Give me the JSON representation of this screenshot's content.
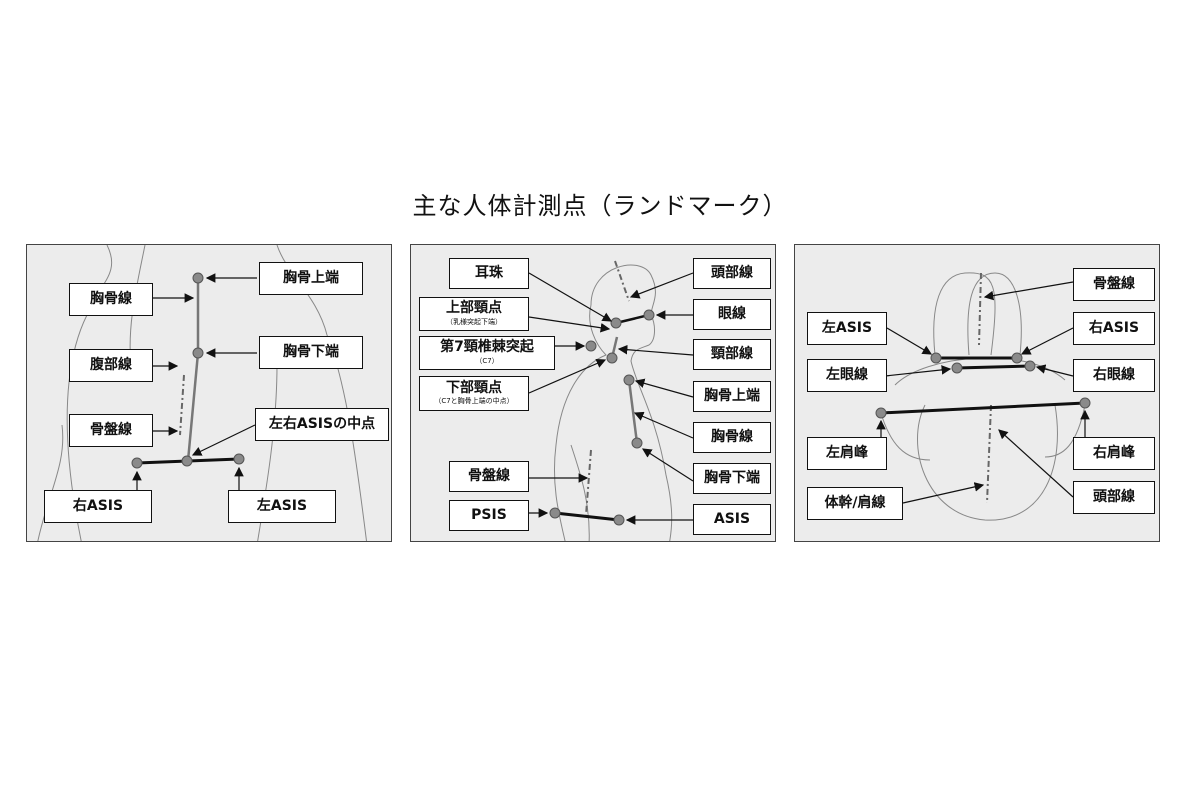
{
  "title": "主な人体計測点（ランドマーク）",
  "panel1": {
    "labels": {
      "chest_line": "胸骨線",
      "sternum_top": "胸骨上端",
      "abdomen_line": "腹部線",
      "sternum_bottom": "胸骨下端",
      "pelvis_line": "骨盤線",
      "asis_mid": "左右ASISの中点",
      "right_asis": "右ASIS",
      "left_asis": "左ASIS"
    }
  },
  "panel2": {
    "labels": {
      "tragus": "耳珠",
      "upper_neck": "上部頸点",
      "upper_neck_sub": "（乳様突起下端）",
      "c7": "第7頸椎棘突起",
      "c7_sub": "（C7）",
      "lower_neck": "下部頸点",
      "lower_neck_sub": "（C7と胸骨上端の中点）",
      "head_line": "頭部線",
      "eye_line": "眼線",
      "neck_line": "頸部線",
      "sternum_top": "胸骨上端",
      "chest_line": "胸骨線",
      "sternum_bottom": "胸骨下端",
      "pelvis_line": "骨盤線",
      "psis": "PSIS",
      "asis": "ASIS"
    }
  },
  "panel3": {
    "labels": {
      "pelvis_line": "骨盤線",
      "left_asis": "左ASIS",
      "right_asis": "右ASIS",
      "left_eye_line": "左眼線",
      "right_eye_line": "右眼線",
      "left_acromion": "左肩峰",
      "right_acromion": "右肩峰",
      "trunk_shoulder_line": "体幹/肩線",
      "head_line": "頭部線"
    }
  },
  "colors": {
    "panel_bg": "#ececec",
    "point": "#8a8a8a",
    "line": "#111111",
    "dash": "#666666"
  }
}
